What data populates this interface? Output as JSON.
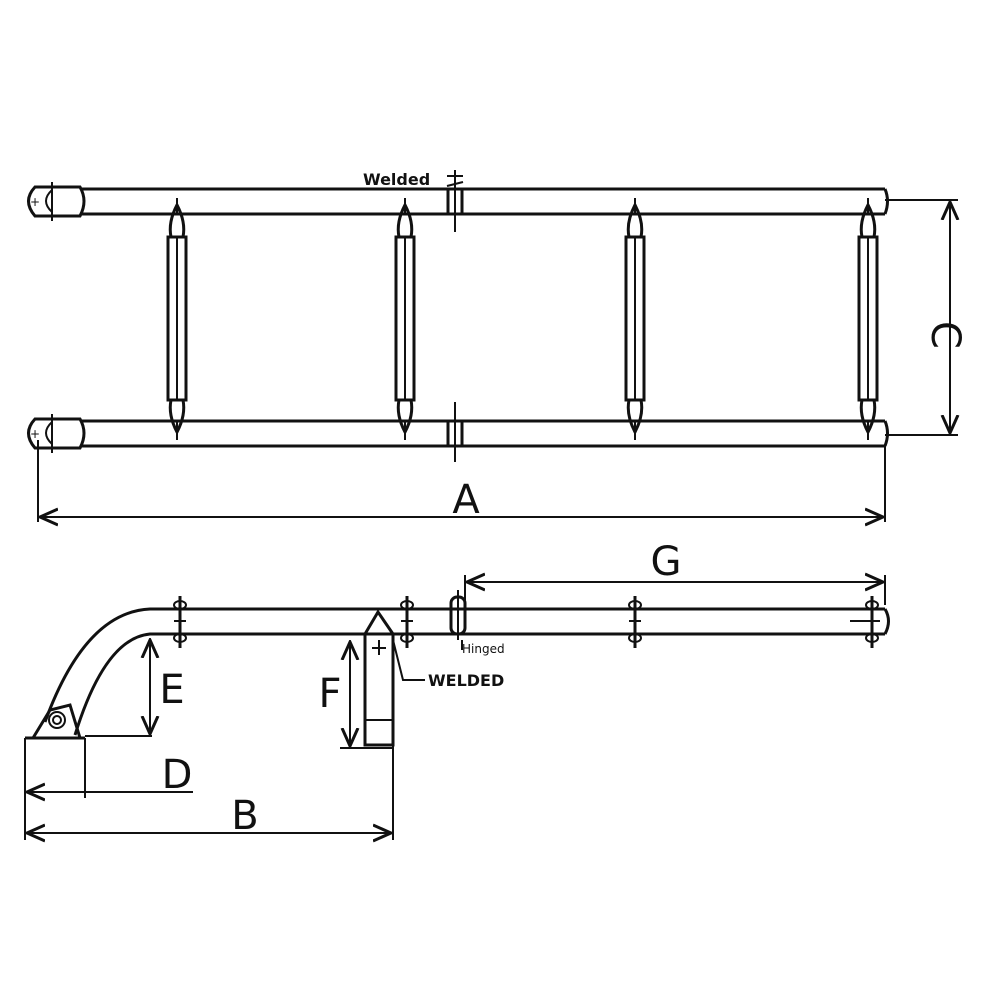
{
  "diagram": {
    "top_view": {
      "welded_label": "Welded",
      "dimension_a": "A",
      "dimension_c": "C",
      "step_count": 4
    },
    "side_view": {
      "hinged_label": "Hinged",
      "welded_label": "WELDED",
      "dimension_b": "B",
      "dimension_d": "D",
      "dimension_e": "E",
      "dimension_f": "F",
      "dimension_g": "G"
    },
    "colors": {
      "line": "#111111",
      "background": "#ffffff"
    }
  }
}
